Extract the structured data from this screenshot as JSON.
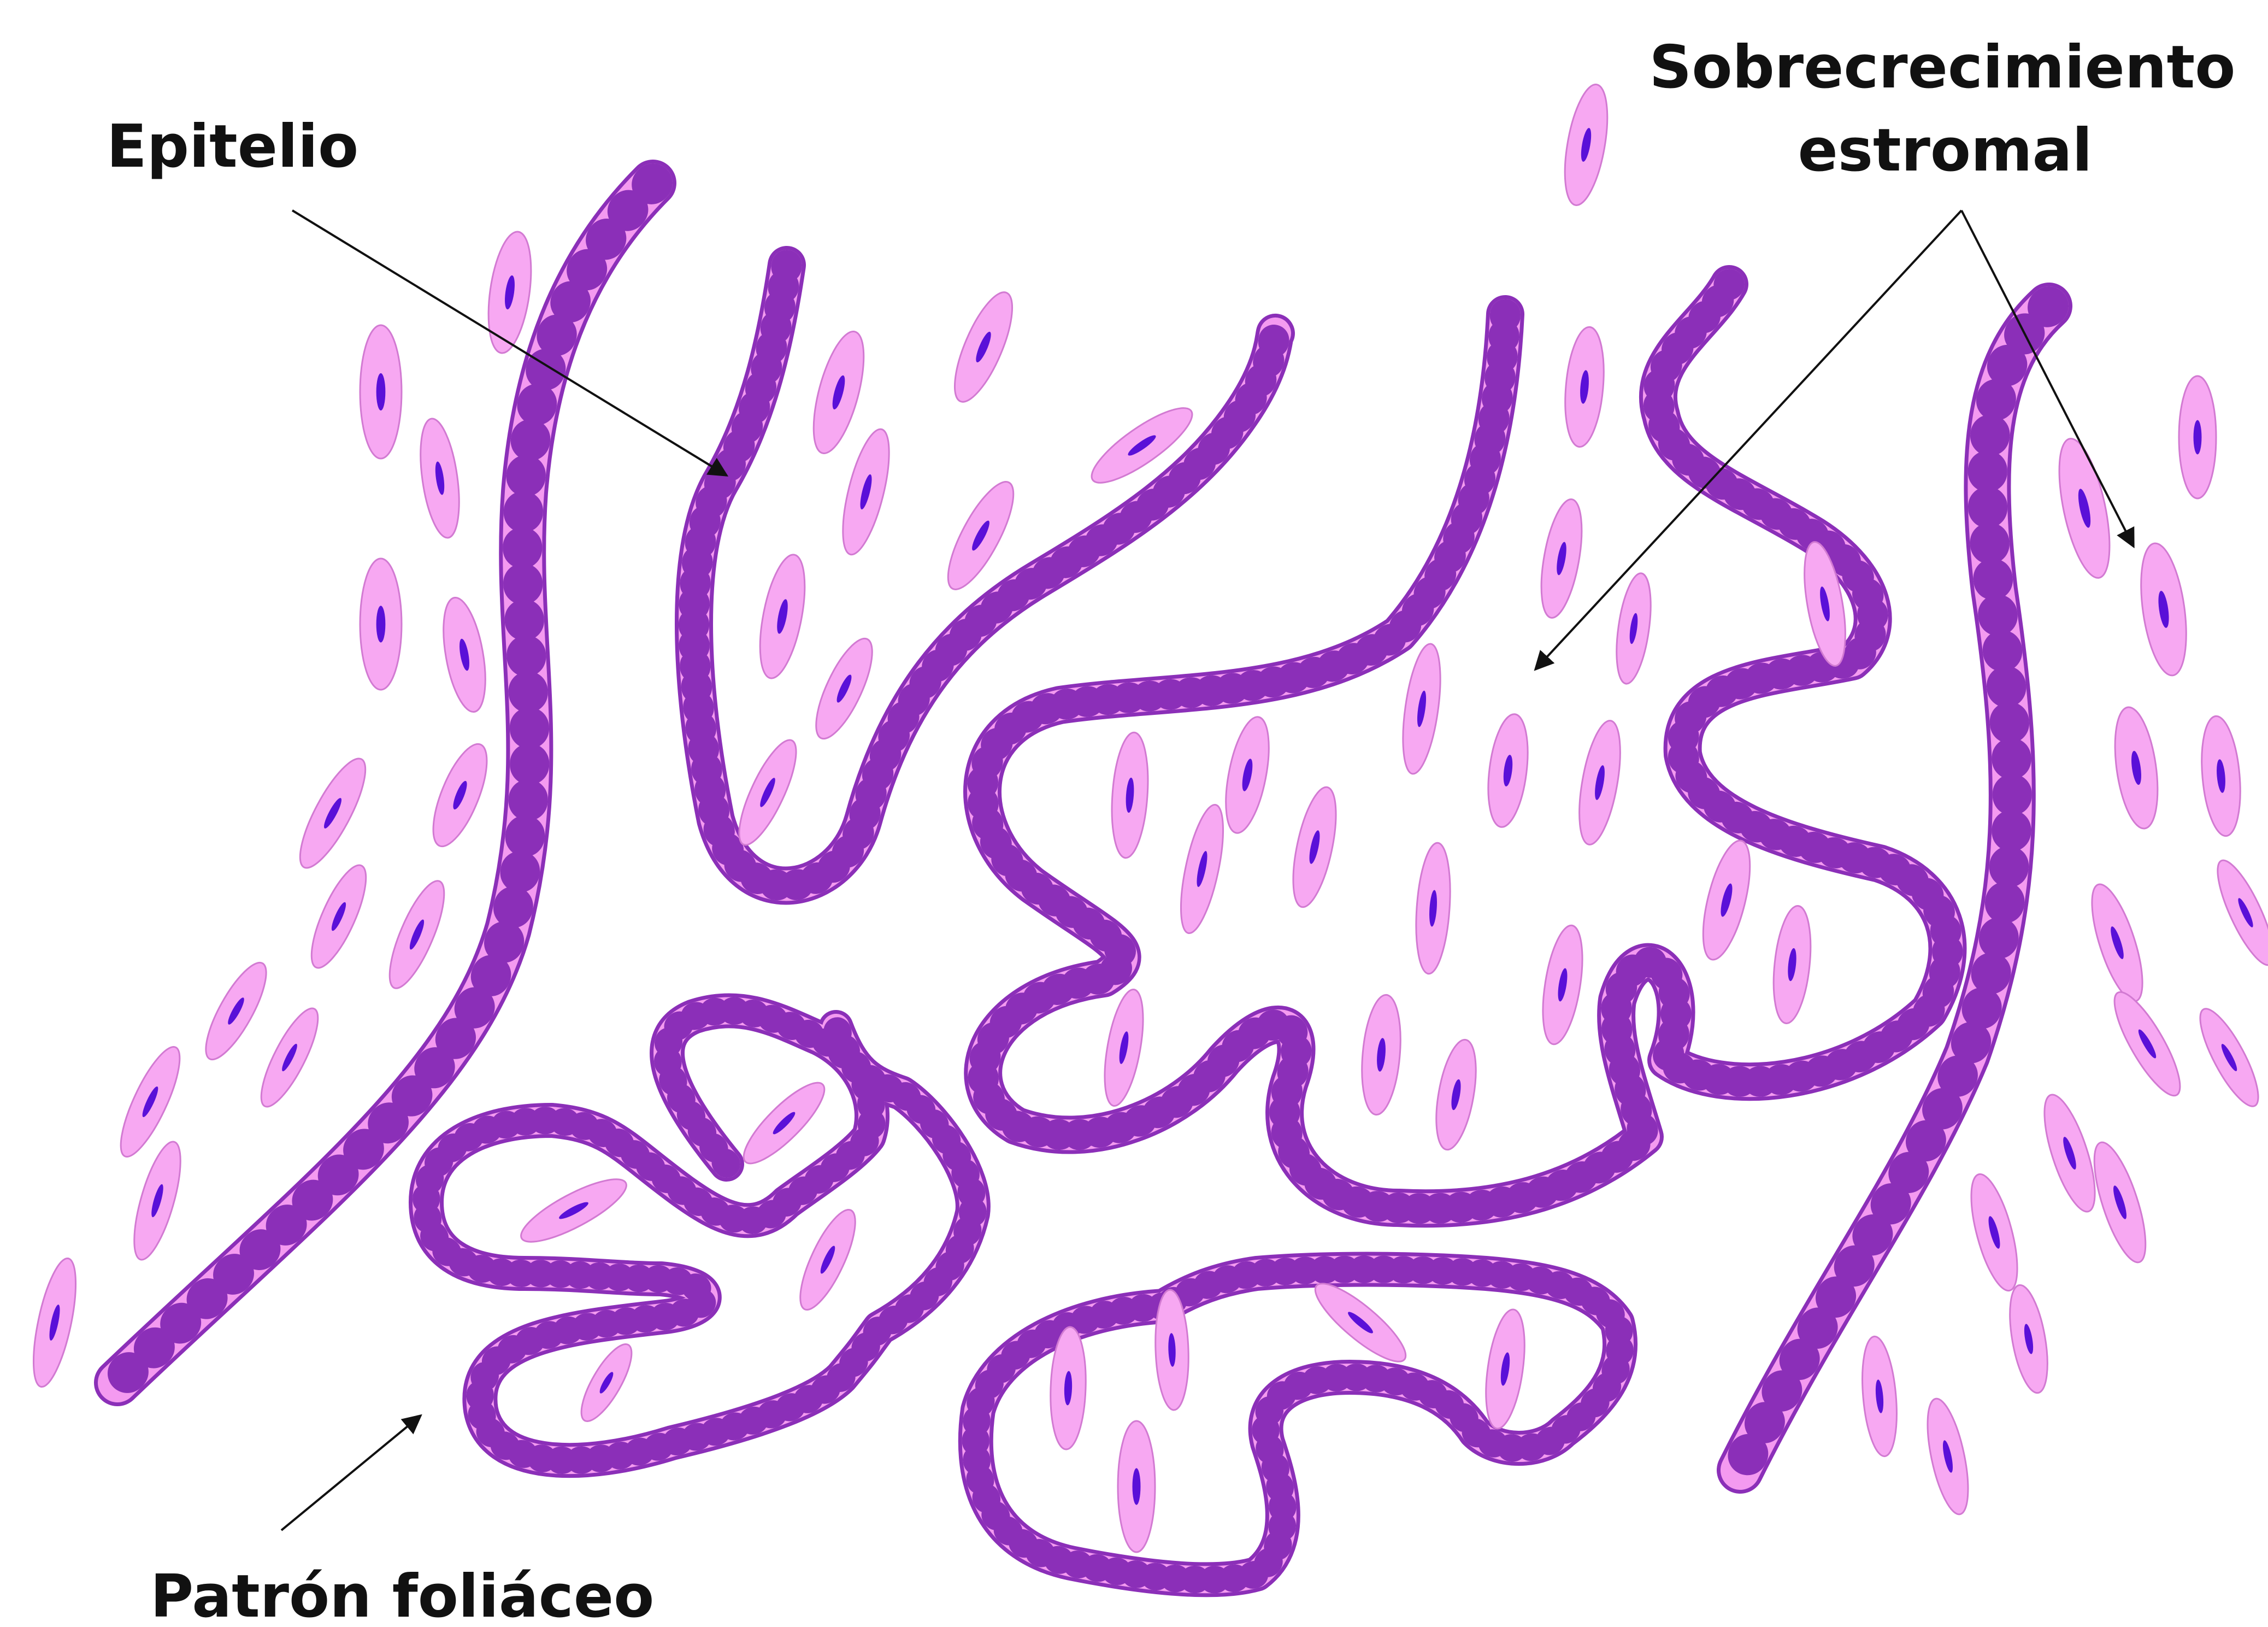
{
  "labels": {
    "epitelio": "Epitelio",
    "sobrecrecimiento_line1": "Sobrecrecimiento",
    "sobrecrecimiento_line2": "estromal",
    "patron_foliaceo": "Patrón foliáceo"
  },
  "colors": {
    "epithelium_fill": "#F49AF0",
    "epithelium_stroke": "#8B2FB8",
    "cell_fill": "#F7A8F2",
    "cell_stroke": "#D27AD2",
    "nucleus": "#5A10D8",
    "arrow": "#111111",
    "text": "#111111",
    "background": "#FFFFFF"
  }
}
